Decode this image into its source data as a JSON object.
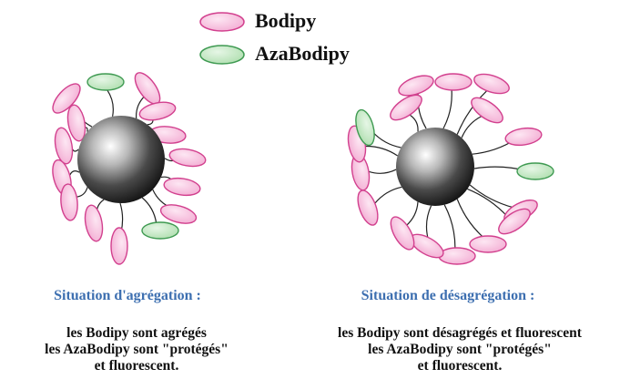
{
  "legend": {
    "bodipy_label": "Bodipy",
    "azabodipy_label": "AzaBodipy"
  },
  "colors": {
    "bodipy_fill": "#f2a7d0",
    "bodipy_stroke": "#d2408e",
    "azabodipy_fill": "#a9dca9",
    "azabodipy_stroke": "#3f9a52",
    "title_color": "#3d6fb0"
  },
  "left_panel": {
    "title": "Situation d'agrégation :",
    "lines": [
      "les Bodipy sont agrégés",
      "les AzaBodipy sont \"protégés\"",
      "et fluorescent."
    ]
  },
  "right_panel": {
    "title": "Situation de désagrégation :",
    "lines": [
      "les Bodipy sont désagrégés et fluorescent",
      "les AzaBodipy sont \"protégés\"",
      "et fluorescent."
    ]
  }
}
